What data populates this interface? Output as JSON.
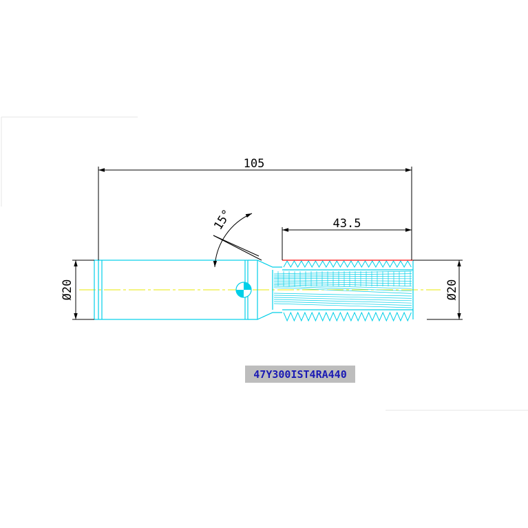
{
  "dimensions": {
    "overall_length": "105",
    "thread_length": "43.5",
    "angle": "15°",
    "diameter_left": "Ø20",
    "diameter_right": "Ø20"
  },
  "part_number": "47Y300IST4RA440",
  "colors": {
    "outline": "#00cfe8",
    "dimension": "#000000",
    "centerline": "#e8e800",
    "thread_top": "#ff3030",
    "label_bg": "#bdbdbd",
    "label_text": "#1a1ab4",
    "center_mark": "#00cfe8"
  }
}
